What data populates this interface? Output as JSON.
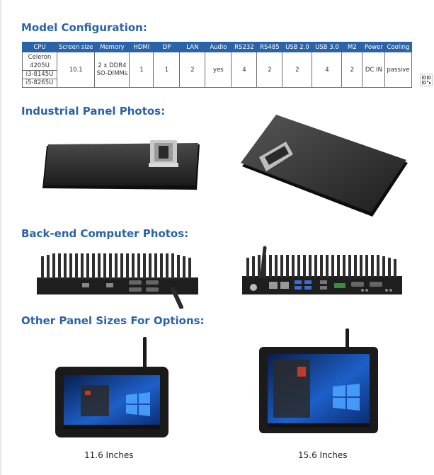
{
  "headings": {
    "model": "Model Configuration:",
    "panel_photos": "Industrial Panel Photos:",
    "backend_photos": "Back-end Computer Photos:",
    "other_sizes": "Other Panel Sizes For Options:"
  },
  "table": {
    "headers": [
      "CPU",
      "Screen size",
      "Memory",
      "HDMI",
      "DP",
      "LAN",
      "Audio",
      "RS232",
      "RS485",
      "USB 2.0",
      "USB 3.0",
      "M2",
      "Power",
      "Cooling"
    ],
    "cpu_options": [
      "Celeron 4205U",
      "i3-8145U",
      "i5-8265U"
    ],
    "screen_size": "10.1",
    "memory": "2 x DDR4 SO-DIMMs",
    "hdmi": "1",
    "dp": "1",
    "lan": "2",
    "audio": "yes",
    "rs232": "4",
    "rs485": "2",
    "usb2": "2",
    "usb3": "4",
    "m2": "2",
    "power": "DC IN",
    "cooling": "passive"
  },
  "captions": {
    "size_a": "11.6 Inches",
    "size_b": "15.6 Inches"
  },
  "colors": {
    "heading": "#2b63a8",
    "table_header": "#2b63a8"
  },
  "icons": {
    "side": "qr-code-icon"
  }
}
